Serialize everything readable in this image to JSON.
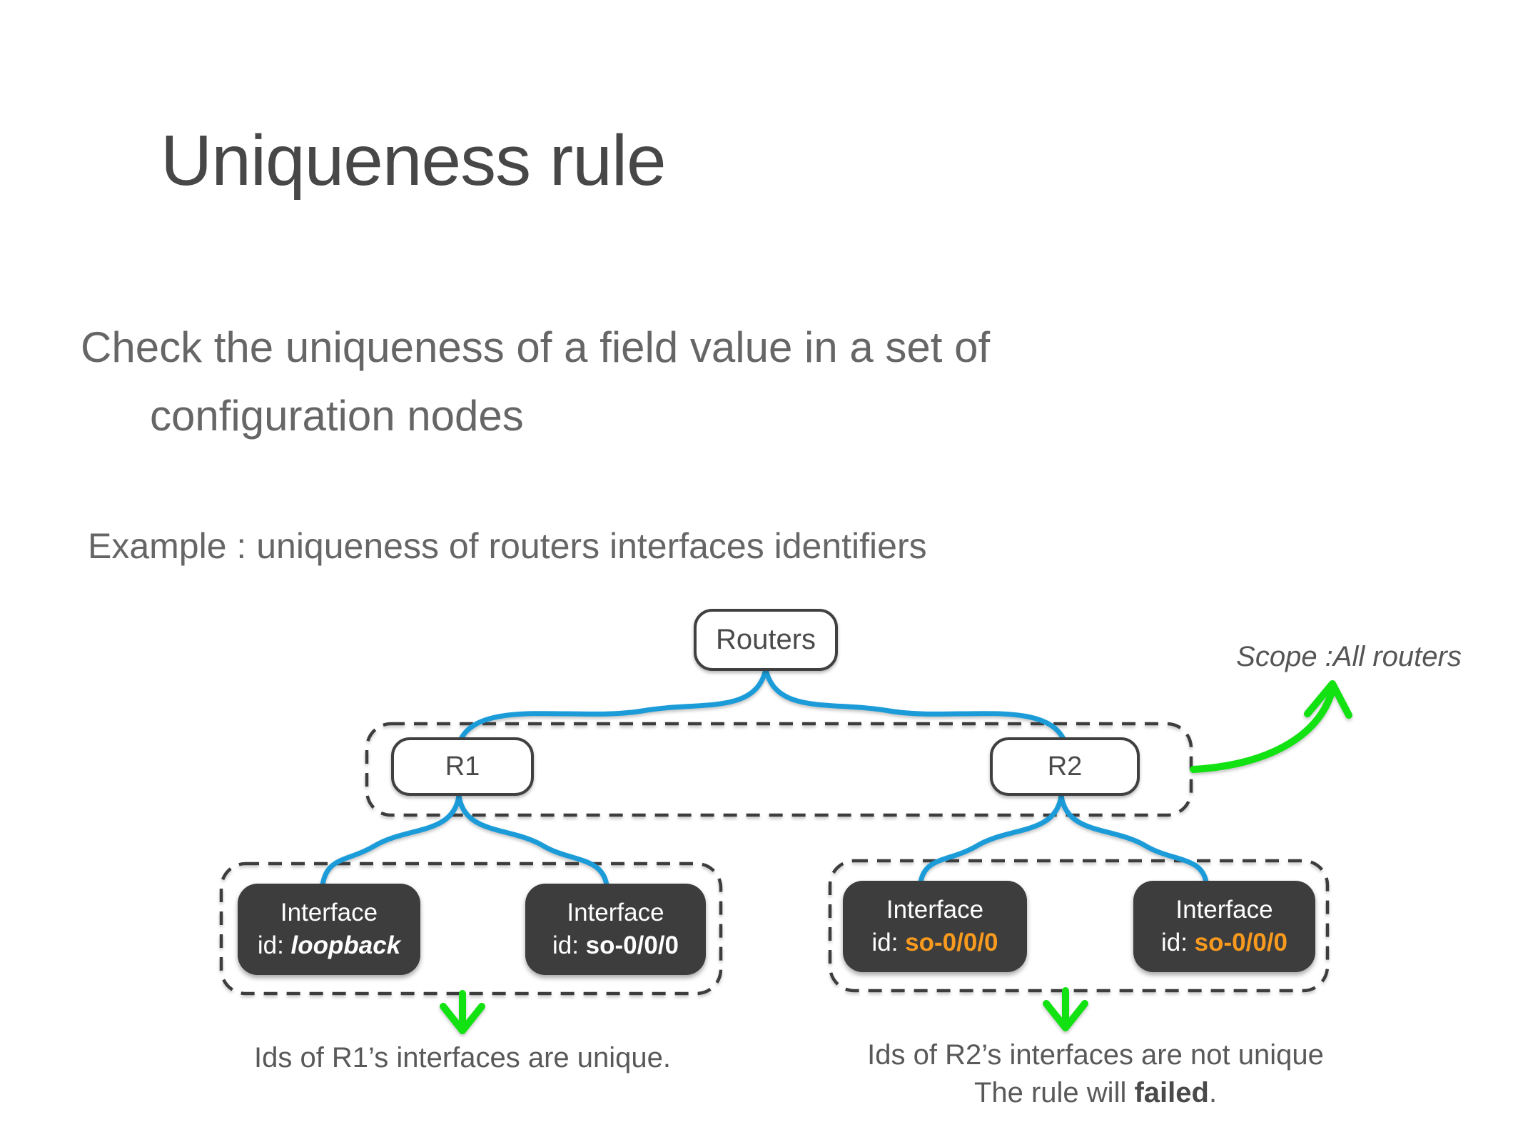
{
  "slide": {
    "title": "Uniqueness rule",
    "body_line1": "Check the uniqueness of a field value in a set of",
    "body_line2": "configuration nodes",
    "example_label": "Example : uniqueness of routers interfaces identifiers"
  },
  "diagram": {
    "root_label": "Routers",
    "scope_label": "Scope :All routers",
    "router_nodes": [
      {
        "label": "R1"
      },
      {
        "label": "R2"
      }
    ],
    "r1_interfaces": [
      {
        "title": "Interface",
        "id_prefix": "id: ",
        "id_value": "loopback"
      },
      {
        "title": "Interface",
        "id_prefix": "id: ",
        "id_value": "so-0/0/0"
      }
    ],
    "r2_interfaces": [
      {
        "title": "Interface",
        "id_prefix": "id: ",
        "id_value": "so-0/0/0"
      },
      {
        "title": "Interface",
        "id_prefix": "id: ",
        "id_value": "so-0/0/0"
      }
    ],
    "caption_r1": "Ids of R1’s interfaces are unique.",
    "caption_r2_line1": "Ids of R2’s interfaces are not unique",
    "caption_r2_line2": {
      "prefix": "The rule will ",
      "bold_word": "failed",
      "suffix": "."
    }
  },
  "colors": {
    "connector_blue": "#1b9cd8",
    "arrow_green": "#12e112",
    "duplicate_orange": "#f79a1e",
    "interface_box_dark": "#3d3d3d",
    "text_gray": "#595959",
    "title_gray": "#474747"
  }
}
